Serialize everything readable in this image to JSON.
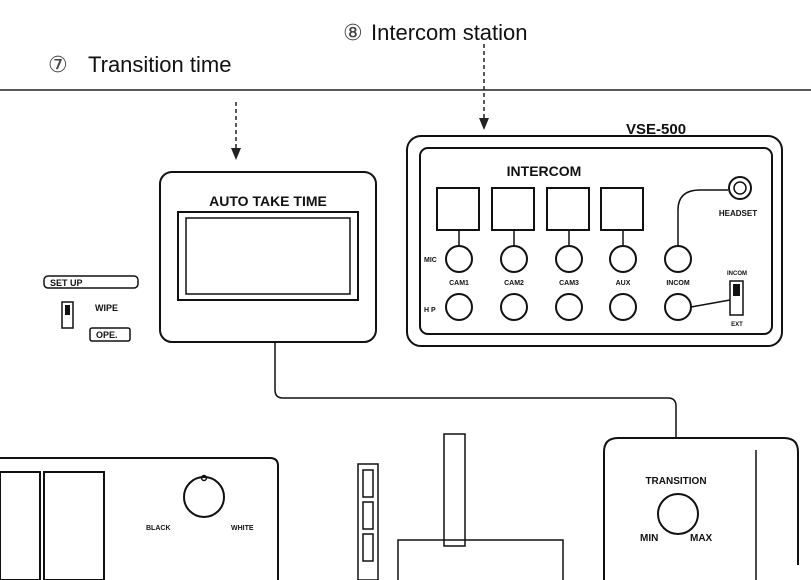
{
  "callouts": {
    "transition_time": {
      "number": "⑦",
      "text": "Transition time"
    },
    "intercom_station": {
      "number": "⑧",
      "text": "Intercom station"
    }
  },
  "auto_take": {
    "title": "AUTO TAKE TIME"
  },
  "setup_switch": {
    "setup_label": "SET UP",
    "wipe_label": "WIPE",
    "ope_label": "OPE."
  },
  "vse": {
    "model": "VSE-500",
    "intercom_label": "INTERCOM",
    "headset_label": "HEADSET",
    "mic_label": "MIC",
    "hp_label": "H P",
    "channels": [
      "CAM1",
      "CAM2",
      "CAM3",
      "AUX"
    ],
    "incom_channel": "INCOM",
    "switch_top": "INCOM",
    "switch_bottom": "EXT"
  },
  "bottom_panel": {
    "black_label": "BLACK",
    "white_label": "WHITE"
  },
  "transition": {
    "title": "TRANSITION",
    "min_label": "MIN",
    "max_label": "MAX"
  }
}
